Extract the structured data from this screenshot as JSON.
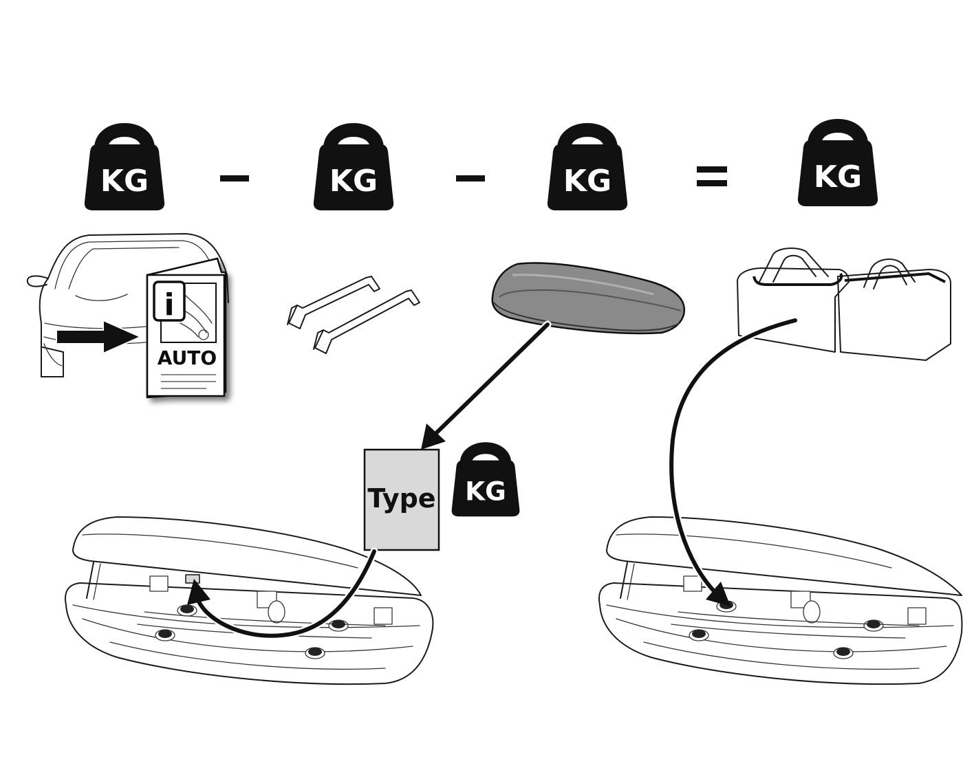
{
  "weights": {
    "w1": "KG",
    "w2": "KG",
    "w3": "KG",
    "w4": "KG",
    "type_kg": "KG"
  },
  "operators": {
    "minus1": "–",
    "minus2": "–",
    "equals": "="
  },
  "manual": {
    "info": "i",
    "label": "AUTO"
  },
  "type_label": {
    "text": "Type",
    "fill_color": "#d9d9d9"
  },
  "colors": {
    "ink": "#111111",
    "box_dark": "#8a8a8a"
  }
}
